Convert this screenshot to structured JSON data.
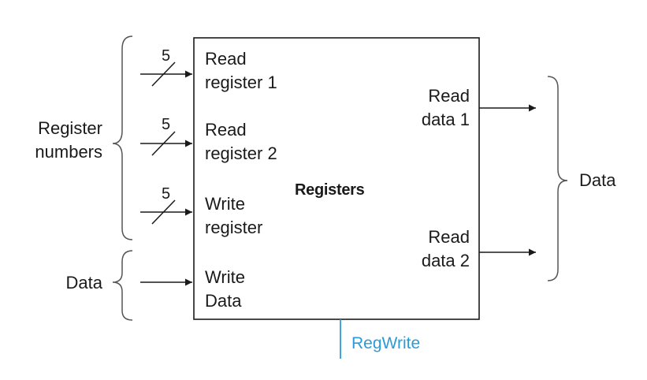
{
  "block": {
    "title": "Registers",
    "control_signal": "RegWrite",
    "control_color": "#2b9bd8",
    "inputs": [
      {
        "line1": "Read",
        "line2": "register 1",
        "width": "5"
      },
      {
        "line1": "Read",
        "line2": "register 2",
        "width": "5"
      },
      {
        "line1": "Write",
        "line2": "register",
        "width": "5"
      },
      {
        "line1": "Write",
        "line2": "Data"
      }
    ],
    "outputs": [
      {
        "line1": "Read",
        "line2": "data 1"
      },
      {
        "line1": "Read",
        "line2": "data 2"
      }
    ]
  },
  "braces": {
    "register_numbers": {
      "line1": "Register",
      "line2": "numbers"
    },
    "data_in": "Data",
    "data_out": "Data"
  }
}
